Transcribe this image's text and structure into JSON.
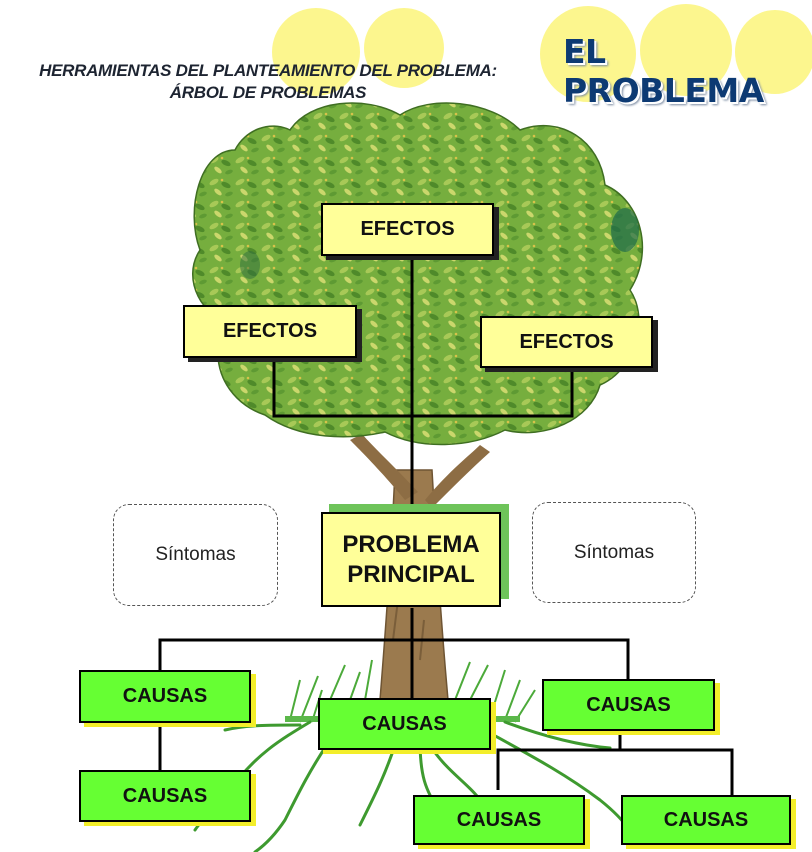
{
  "header": {
    "title_line1": "HERRAMIENTAS DEL PLANTEAMIENTO DEL PROBLEMA:",
    "title_line2": "ÁRBOL DE PROBLEMAS",
    "banner": "EL PROBLEMA"
  },
  "effects": [
    {
      "label": "EFECTOS"
    },
    {
      "label": "EFECTOS"
    },
    {
      "label": "EFECTOS"
    }
  ],
  "problem": {
    "line1": "PROBLEMA",
    "line2": "PRINCIPAL"
  },
  "symptoms": [
    {
      "label": "Síntomas"
    },
    {
      "label": "Síntomas"
    }
  ],
  "causes": [
    {
      "label": "CAUSAS"
    },
    {
      "label": "CAUSAS"
    },
    {
      "label": "CAUSAS"
    },
    {
      "label": "CAUSAS"
    },
    {
      "label": "CAUSAS"
    },
    {
      "label": "CAUSAS"
    }
  ],
  "colors": {
    "effect_fill": "#ffff99",
    "cause_fill": "#66ff33",
    "foliage": "#6faa3a",
    "trunk": "#9b7a4e",
    "accent_circles": "#fbf57a",
    "banner_text": "#0d3a73"
  }
}
